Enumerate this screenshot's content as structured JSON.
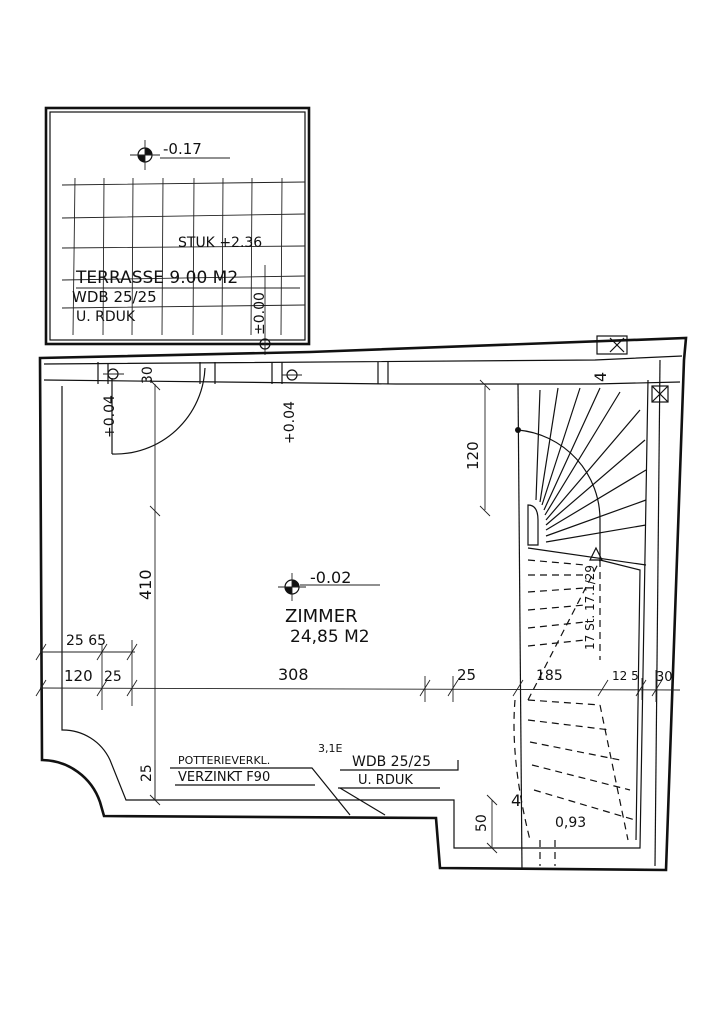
{
  "terrace": {
    "level": "-0.17",
    "stuk": "STUK +2.36",
    "label": "TERRASSE 9.00 M2",
    "wdb": "WDB 25/25",
    "rduk": "U. RDUK",
    "level_vertical": "±0.00"
  },
  "room": {
    "level": "-0.02",
    "name": "ZIMMER",
    "area": "24,85 M2"
  },
  "door_levels": [
    "+0.04",
    "+0.04"
  ],
  "dimensions": {
    "d30_top": "30",
    "d120_vert": "120",
    "d410": "410",
    "d25_65": "25 65",
    "d120": "120",
    "d25_a": "25",
    "d308": "308",
    "d25_b": "25",
    "d185": "185",
    "d12_5": "12 5",
    "d30_right": "30",
    "d25_bottom": "25",
    "d50": "50",
    "d4_top": "4",
    "d4_bottom": "4"
  },
  "stairs": {
    "label": "17 St. 17.1/29",
    "note": "0,93"
  },
  "notes": {
    "potterie": "POTTERIEVERKL.",
    "verzinkt": "VERZINKT F90",
    "prefix": "3,1E",
    "wdb": "WDB 25/25",
    "rduk": "U. RDUK"
  }
}
